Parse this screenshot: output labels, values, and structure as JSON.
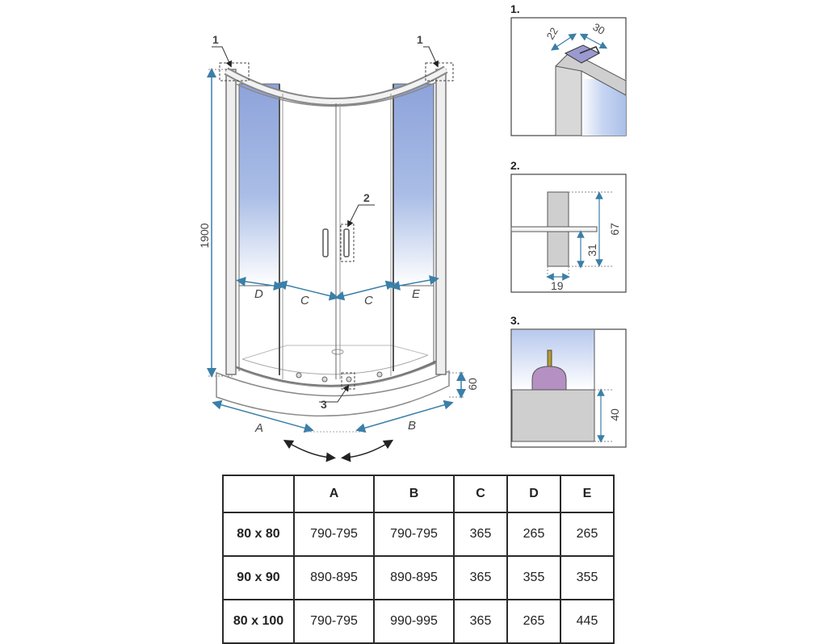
{
  "main_view": {
    "callout_1_left": "1",
    "callout_1_right": "1",
    "callout_2": "2",
    "callout_3": "3",
    "height_dim": "1900",
    "tray_height_dim": "60",
    "dim_a": "A",
    "dim_b": "B",
    "dim_c_left": "C",
    "dim_c_right": "C",
    "dim_d": "D",
    "dim_e": "E"
  },
  "detail_1": {
    "title": "1.",
    "dim_width": "22",
    "dim_depth": "30"
  },
  "detail_2": {
    "title": "2.",
    "dim_total": "67",
    "dim_lower": "31",
    "dim_width": "19"
  },
  "detail_3": {
    "title": "3.",
    "dim_height": "40"
  },
  "table": {
    "headers": [
      "",
      "A",
      "B",
      "C",
      "D",
      "E"
    ],
    "rows": [
      [
        "80 x 80",
        "790-795",
        "790-795",
        "365",
        "265",
        "265"
      ],
      [
        "90 x 90",
        "890-895",
        "890-895",
        "365",
        "355",
        "355"
      ],
      [
        "80 x 100",
        "790-795",
        "990-995",
        "365",
        "265",
        "445"
      ]
    ]
  },
  "colors": {
    "dimension": "#3b7fa8",
    "glass_tint": "#9fb4de",
    "frame": "#9a9a9a"
  }
}
